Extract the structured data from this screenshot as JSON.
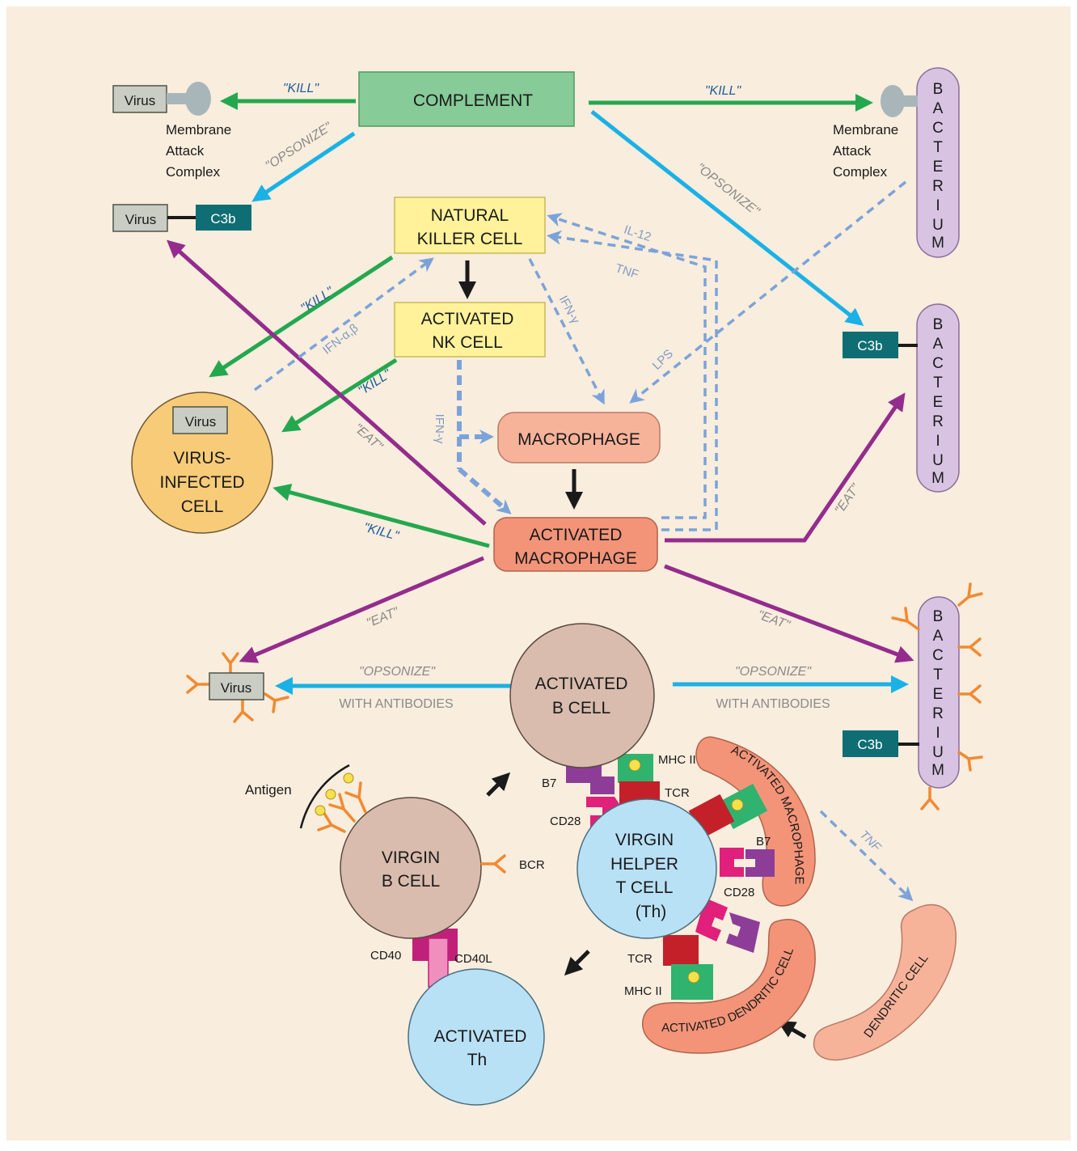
{
  "colors": {
    "background": "#f9eddd",
    "complement": "#86cb98",
    "nk": "#fff29a",
    "macrophage": "#f7b39a",
    "activated_macrophage": "#f39479",
    "bacterium": "#d8c3e2",
    "virus": "#c9cdc4",
    "c3b": "#0f6e74",
    "infected_cell": "#f7cb78",
    "b_cell": "#d9bcad",
    "t_cell": "#b9e1f6",
    "kill_arrow": "#24a84f",
    "opsonize_arrow": "#1ab1e6",
    "eat_arrow": "#942c8d",
    "cytokine_arrow": "#7ba3d9"
  },
  "nodes": {
    "complement": "COMPLEMENT",
    "nk_cell": [
      "NATURAL",
      "KILLER CELL"
    ],
    "activated_nk": [
      "ACTIVATED",
      "NK CELL"
    ],
    "macrophage": "MACROPHAGE",
    "activated_macrophage": [
      "ACTIVATED",
      "MACROPHAGE"
    ],
    "virus": "Virus",
    "c3b": "C3b",
    "mac": [
      "Membrane",
      "Attack",
      "Complex"
    ],
    "bacterium": [
      "B",
      "A",
      "C",
      "T",
      "E",
      "R",
      "I",
      "U",
      "M"
    ],
    "infected_cell": [
      "VIRUS-",
      "INFECTED",
      "CELL"
    ],
    "activated_b": [
      "ACTIVATED",
      "B CELL"
    ],
    "virgin_b": [
      "VIRGIN",
      "B CELL"
    ],
    "virgin_th": [
      "VIRGIN",
      "HELPER",
      "T CELL",
      "(Th)"
    ],
    "activated_th": [
      "ACTIVATED",
      "Th"
    ],
    "activated_macrophage_curved": "ACTIVATED MACROPHAGE",
    "activated_dendritic": "ACTIVATED DENDRITIC CELL",
    "dendritic": "DENDRITIC CELL"
  },
  "labels": {
    "kill": "\"KILL\"",
    "opsonize": "\"OPSONIZE\"",
    "eat": "\"EAT\"",
    "with_antibodies": "WITH ANTIBODIES",
    "il12": "IL-12",
    "tnf": "TNF",
    "ifn_gamma": "IFN-γ",
    "ifn_ab": "IFN-α,β",
    "lps": "LPS",
    "mhc2": "MHC II",
    "tcr": "TCR",
    "b7": "B7",
    "cd28": "CD28",
    "cd40": "CD40",
    "cd40l": "CD40L",
    "bcr": "BCR",
    "antigen": "Antigen"
  }
}
